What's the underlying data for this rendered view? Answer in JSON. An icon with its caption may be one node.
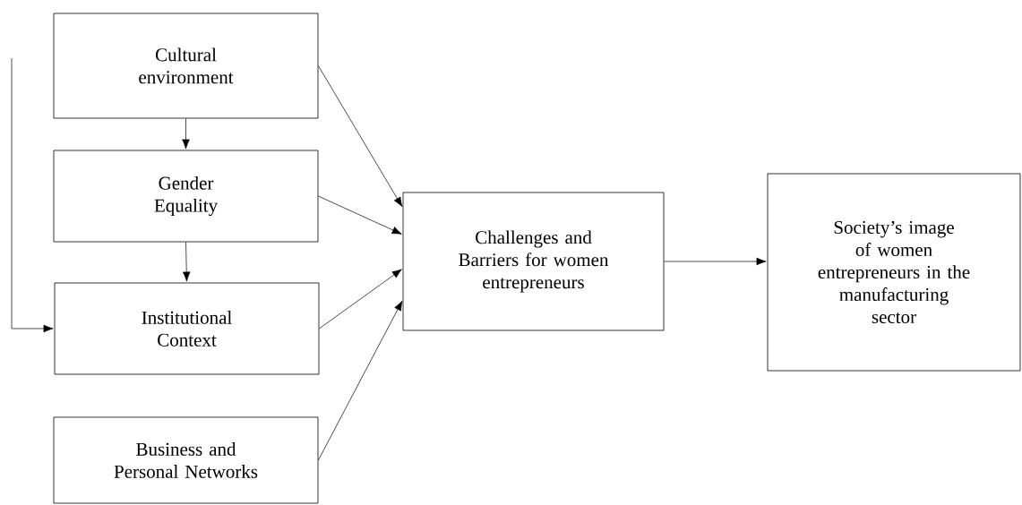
{
  "diagram": {
    "nodes": [
      {
        "text": [
          "Cultural environment"
        ]
      },
      {
        "text": [
          "Gender Equality"
        ]
      },
      {
        "text": [
          "Institutional Context"
        ]
      },
      {
        "text": [
          "Business and Personal Networks"
        ]
      },
      {
        "text": [
          "Challenges and Barriers for women entrepreneurs"
        ]
      },
      {
        "text": [
          "Society’s image of women entrepreneurs in the manufacturing sector"
        ]
      }
    ],
    "edges": [
      {
        "from": 0,
        "to": 1,
        "arrow": "to"
      },
      {
        "from": 1,
        "to": 2,
        "arrow": "to"
      },
      {
        "from": null,
        "to": 2,
        "arrow": "to"
      },
      {
        "from": 0,
        "to": 4,
        "arrow": "to"
      },
      {
        "from": 1,
        "to": 4,
        "arrow": "to"
      },
      {
        "from": 2,
        "to": 4,
        "arrow": "to"
      },
      {
        "from": 3,
        "to": 4,
        "arrow": "to"
      },
      {
        "from": 4,
        "to": 5,
        "arrow": "to"
      }
    ]
  }
}
